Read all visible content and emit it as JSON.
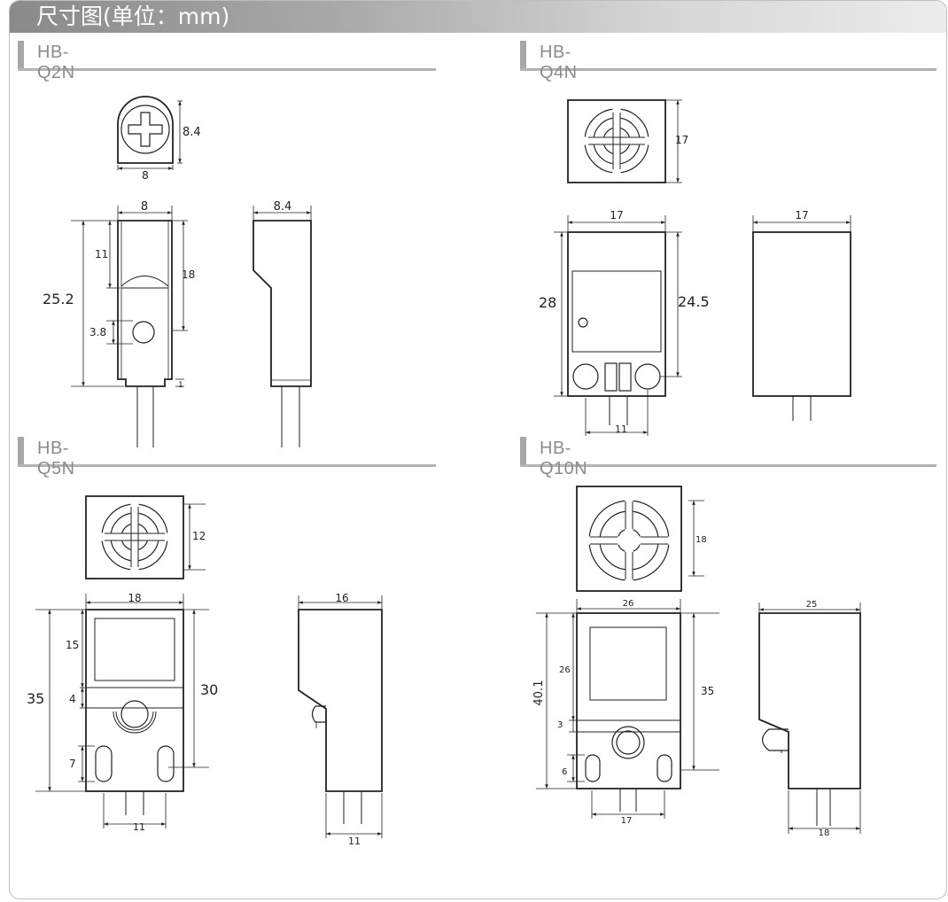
{
  "header": {
    "title": "尺寸图(单位：mm)"
  },
  "models": [
    {
      "id": "q2n",
      "name": "HB-Q2N",
      "dims": {
        "top_w": "8",
        "top_h": "8.4",
        "front_w": "8",
        "front_h": "25.2",
        "upper_h": "11",
        "right_h": "18",
        "hole_h": "3.8",
        "side_w": "8.4",
        "foot": "1"
      }
    },
    {
      "id": "q4n",
      "name": "HB-Q4N",
      "dims": {
        "top_h": "17",
        "front_w": "17",
        "front_h": "28",
        "right_h": "24.5",
        "pins_w": "11",
        "side_w": "17"
      }
    },
    {
      "id": "q5n",
      "name": "HB-Q5N",
      "dims": {
        "top_h": "12",
        "front_w": "18",
        "front_h": "35",
        "right_h": "30",
        "upper_h": "15",
        "gap_h": "4",
        "slot_h": "7",
        "pins_w": "11",
        "side_w": "16",
        "side_pins_w": "11"
      }
    },
    {
      "id": "q10n",
      "name": "HB-Q10N",
      "dims": {
        "top_h": "18",
        "front_w": "26",
        "front_h": "40.1",
        "right_h": "35",
        "upper_h": "26",
        "gap_h": "3",
        "slot_h": "6",
        "pins_w": "17",
        "side_w": "25",
        "side_pins_w": "18"
      }
    }
  ]
}
